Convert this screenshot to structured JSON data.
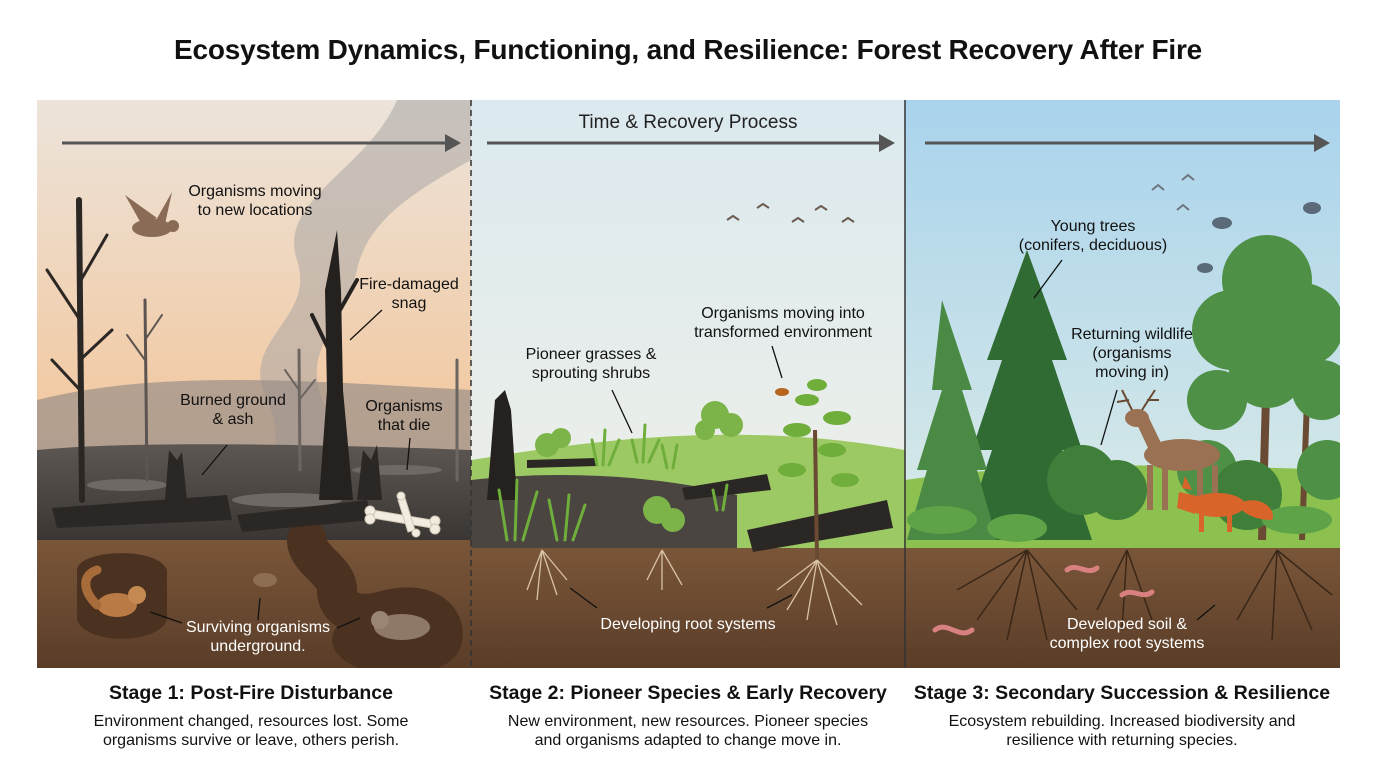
{
  "title": "Ecosystem Dynamics, Functioning, and Resilience: Forest Recovery After Fire",
  "timeline_label": "Time & Recovery Process",
  "stages": [
    {
      "title": "Stage 1: Post-Fire Disturbance",
      "description_line1": "Environment changed, resources lost. Some",
      "description_line2": "organisms survive or leave, others perish.",
      "labels": {
        "moving_1": "Organisms moving",
        "moving_2": "to new locations",
        "snag_1": "Fire-damaged",
        "snag_2": "snag",
        "ground_1": "Burned ground",
        "ground_2": "& ash",
        "die_1": "Organisms",
        "die_2": "that die",
        "surviving_1": "Surviving organisms",
        "surviving_2": "underground."
      }
    },
    {
      "title": "Stage 2: Pioneer Species & Early Recovery",
      "description_line1": "New environment, new resources. Pioneer species",
      "description_line2": "and organisms adapted to change move in.",
      "labels": {
        "grasses_1": "Pioneer grasses &",
        "grasses_2": "sprouting shrubs",
        "moving_1": "Organisms moving into",
        "moving_2": "transformed environment",
        "roots": "Developing root systems"
      }
    },
    {
      "title": "Stage 3: Secondary Succession & Resilience",
      "description_line1": "Ecosystem rebuilding. Increased biodiversity and",
      "description_line2": "resilience with returning species.",
      "labels": {
        "trees_1": "Young trees",
        "trees_2": "(conifers, deciduous)",
        "wildlife_1": "Returning wildlife",
        "wildlife_2": "(organisms",
        "wildlife_3": "moving in)",
        "soil_1": "Developed soil &",
        "soil_2": "complex root systems"
      }
    }
  ],
  "colors": {
    "sky_stage1": "#f0d6c0",
    "sky_stage2": "#e6eef1",
    "sky_stage3": "#cfe6f2",
    "soil": "#6b4a33",
    "burned": "#3c3a38",
    "grass": "#8cc04f",
    "forest_green": "#3c7a3a",
    "arrow": "#555555"
  }
}
